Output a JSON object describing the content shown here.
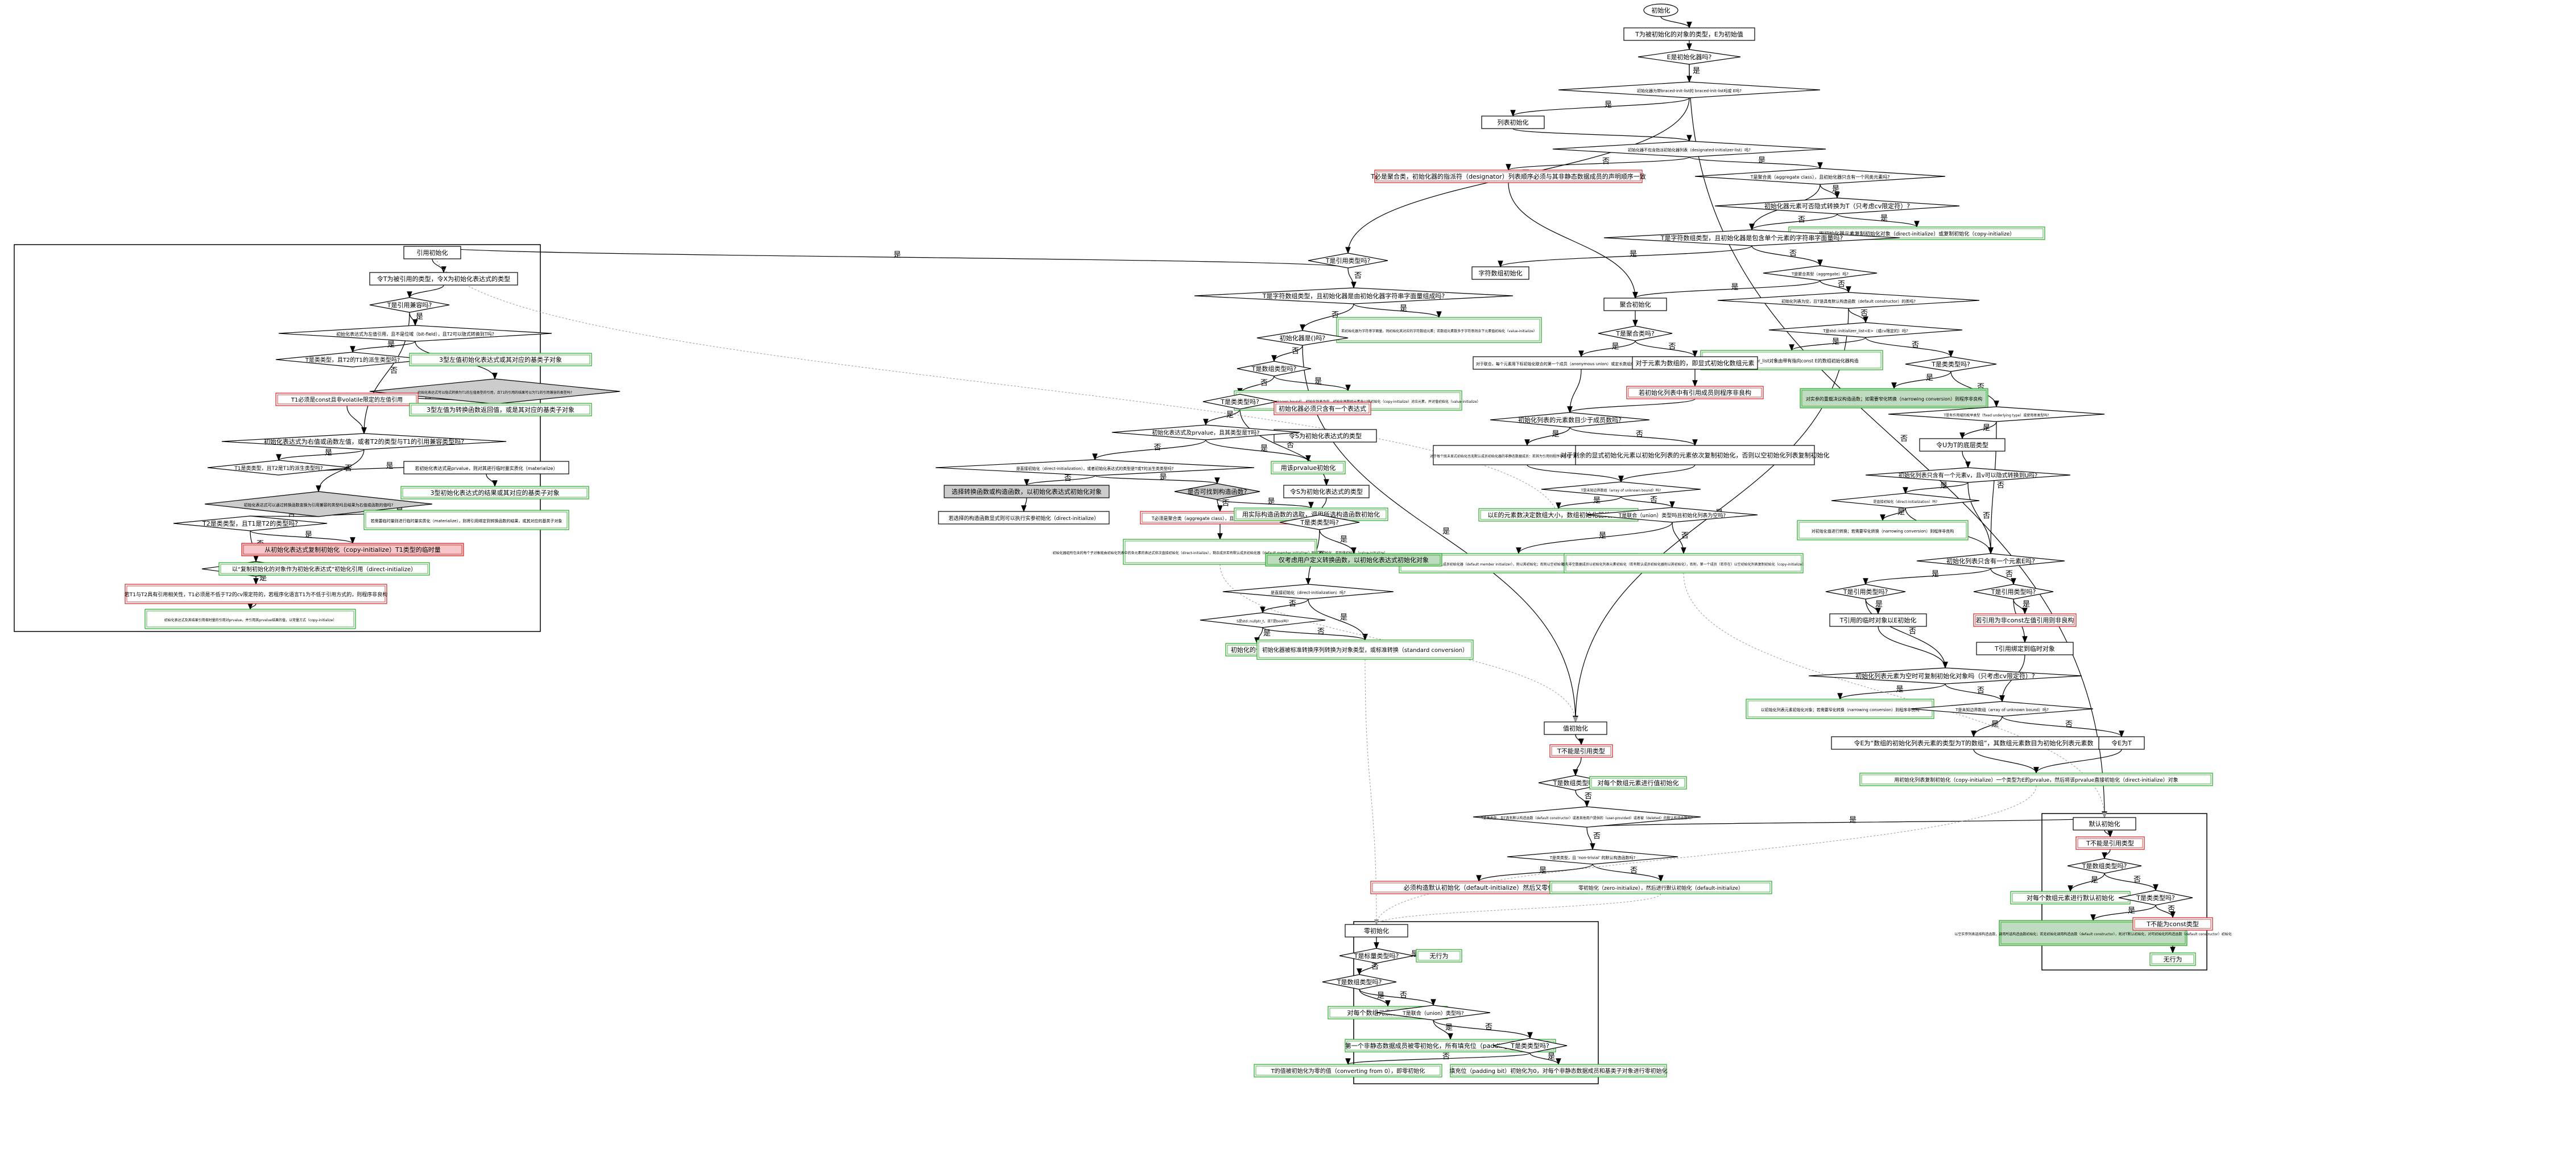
{
  "colors": {
    "default_border": "#000000",
    "green_border": "#22aa22",
    "red_border": "#cc2222",
    "gray_fill": "#cccccc",
    "green_fill": "#c0dcc0",
    "pink_fill": "#f7c6c8",
    "edge": "#000000",
    "dotted_edge": "#999999"
  },
  "nodes": [
    {
      "id": "start",
      "text": "初始化"
    },
    {
      "id": "n1",
      "text": "T为被初始化的对象的类型，E为初始值"
    },
    {
      "id": "d1",
      "text": "E是初始化器吗?"
    },
    {
      "id": "d2",
      "text": "初始化器为带braced-init-list的 braced-init-list吗或 E吗?"
    },
    {
      "id": "rect1",
      "text": "列表初始化"
    },
    {
      "id": "d3",
      "text": "初始化器不包含指派初始化器列表（designated-initializer-list）吗?"
    },
    {
      "id": "r_designator",
      "text": "T必是聚合类，初始化器的指派符（designator）列表顺序必须与其非静态数据成员的声明顺序一致"
    },
    {
      "id": "d4",
      "text": "T是聚合类（aggregate class），且初始化器只含有一个同类元素吗?"
    },
    {
      "id": "d5",
      "text": "初始化器元素可否隐式转换为T（只考虑cv限定符）?"
    },
    {
      "id": "g_copyinit",
      "text": "用初始化器元素复制初始化对象（direct-initialize）或复制初始化（copy-initialize）"
    },
    {
      "id": "d6",
      "text": "T是字符数组类型，且初始化器是包含单个元素的字符串字面量吗?"
    },
    {
      "id": "strinit",
      "text": "字符数组初始化"
    },
    {
      "id": "d7",
      "text": "T是聚合类型（aggregate）吗?"
    },
    {
      "id": "d8",
      "text": "初始化列表为空，且T是具有默认构造函数（default constructor）的类吗?"
    },
    {
      "id": "d9",
      "text": "T是std::initializer_list<E>（或cv限定的）吗?"
    },
    {
      "id": "g_initlist",
      "text": "该std::initializer_list对象由带有指向const E的数组初始化器构造"
    },
    {
      "id": "d10",
      "text": "T是类类型吗?"
    },
    {
      "id": "g_narrow1",
      "text": "对实参的重载决议构造函数；如需要窄化转换（narrowing conversion）则程序非良构"
    },
    {
      "id": "d11",
      "text": "T是有作用域的枚举类型（fixed underlying type）或使用者类型吗?"
    },
    {
      "id": "n_u",
      "text": "令U为T的底层类型"
    },
    {
      "id": "d12",
      "text": "初始化列表只含有一个元素v，且v可以隐式转换到U吗?"
    },
    {
      "id": "d13",
      "text": "是直接初始化（direct-initialization）吗?"
    },
    {
      "id": "g_narrow2",
      "text": "对初始化值进行转换；若需要窄化转换（narrowing conversion）则程序非良构"
    },
    {
      "id": "d14",
      "text": "初始化列表只含有一个元素E吗?"
    },
    {
      "id": "d15",
      "text": "T是引用类型吗?"
    },
    {
      "id": "d16",
      "text": "T是引用类型吗?"
    },
    {
      "id": "r_ref_nonconst",
      "text": "若引用为非const左值引用则非良构"
    },
    {
      "id": "n_tempobj",
      "text": "T引用的临时对象以E初始化"
    },
    {
      "id": "n_tempbind",
      "text": "T引用绑定到临时对象"
    },
    {
      "id": "d17",
      "text": "初始化列表元素为空时可复制初始化对象吗（只考虑cv限定符）?"
    },
    {
      "id": "g_narrow3",
      "text": "以初始化列表元素初始化对象；若需要窄化转换（narrowing conversion）则程序非良构"
    },
    {
      "id": "d18",
      "text": "T是未知边界数组（array of unknown bound）吗?"
    },
    {
      "id": "n_arr",
      "text": "令E为“数组的初始化列表元素的类型为T的数组”，其数组元素数目为初始化列表元素数"
    },
    {
      "id": "n_arr2",
      "text": "令E为T"
    },
    {
      "id": "g_final",
      "text": "用初始化列表复制初始化（copy-initialize）一个类型为E的prvalue，然后将该prvalue直接初始化（direct-initialize）对象"
    },
    {
      "id": "aggr",
      "text": "聚合初始化"
    },
    {
      "id": "d_a1",
      "text": "T是聚合类吗?"
    },
    {
      "id": "a_union",
      "text": "对于联合，每个元素用下标初始化联合的第一个成员（anonymous union）或定长数组依次初始化对应的每个数组元素"
    },
    {
      "id": "a_array",
      "text": "对于元素为数组的，即显式初始化数组元素"
    },
    {
      "id": "r_ref_init",
      "text": "若初始化列表中有引用成员则程序非良构"
    },
    {
      "id": "d_a2",
      "text": "初始化列表的元素数目少于成员数吗?"
    },
    {
      "id": "a_default_member",
      "text": "对于每个既未显式初始化也无默认成员初始化器的非静态数据成员：若其为引用则程序非良构；否则以空初始化器列表复制初始化"
    },
    {
      "id": "a_remaining",
      "text": "对于剩余的显式初始化元素以初始化列表的元素依次复制初始化，否则以空初始化列表复制初始化"
    },
    {
      "id": "d_a3",
      "text": "T是未知边界数组（array of unknown bound）吗?"
    },
    {
      "id": "a_size",
      "text": "以E的元素数决定数组大小，数组初始化器的元素数"
    },
    {
      "id": "d_a4",
      "text": "T是联合（union）类型吗且初始化列表为空吗?"
    },
    {
      "id": "g_default_member",
      "text": "若成员拥有默认成员初始化器（default member initializer），则以其初始化；否则以空初始化列表复制初始化（copy-initialize）"
    },
    {
      "id": "g_first_member",
      "text": "首先非空数据成员以初始化列表元素初始化（若有默认成员初始化器则以其初始化），否则，第一个成员（若存在）以空初始化列表复制初始化（copy-initialize）"
    },
    {
      "id": "d_init_present",
      "text": "T是引用类型吗?"
    },
    {
      "id": "d_ex1",
      "text": "T是字符数组类型，且初始化器是由初始化器字符串字面量组成吗?"
    },
    {
      "id": "g_strlit",
      "text": "若初始化器为字符串字面量，则初始化其对应的字符数组元素；若数组元素数多于字符串则余下元素值初始化（value-initialize）"
    },
    {
      "id": "d_ex2",
      "text": "初始化器是()吗?"
    },
    {
      "id": "d_ex3",
      "text": "T是数组类型吗?"
    },
    {
      "id": "d_ex4",
      "text": "T是类类型吗?"
    },
    {
      "id": "g_ex_arr",
      "text": "数组T必须为未知边界数组（array of unknown bound），初始化列表为空，初始化器数组元素各以值初始化（copy-initialize）对应元素，并对值初始化（value-initialize）"
    },
    {
      "id": "r_ex_nonempty",
      "text": "初始化器必须只含有一个表达式"
    },
    {
      "id": "n_ex_src",
      "text": "令S为初始化表达式的类型"
    },
    {
      "id": "d_ex5",
      "text": "初始化表达式及prvalue，且其类型是T吗?"
    },
    {
      "id": "d_ex6",
      "text": "是直接初始化（direct-initialization），或者初始化表达式的类型是T或T的派生类类型吗?"
    },
    {
      "id": "g_elide",
      "text": "用该prvalue初始化"
    },
    {
      "id": "s_conv_func",
      "text": "选择转换函数或构造函数，以初始化表达式初始化对象"
    },
    {
      "id": "n_err_exp",
      "text": "若选择的构造函数显式则可以执行实参初始化（direct-initialize）"
    },
    {
      "id": "d_ex7",
      "text": "是否可找到构造函数?"
    },
    {
      "id": "r_aggregate_paren",
      "text": "T必须是聚合类（aggregate class），且必须能由初始化列表初始化"
    },
    {
      "id": "g_paren_aggr",
      "text": "初始化器组所包含的每个子对象能由初始化列表中的各元素的表达式依次直接初始化（direct-initialize），剩余成员若有默认成员初始化器（default member initializer）则以其初始化，否则值初始化（value-initialize）"
    },
    {
      "id": "g_select",
      "text": "用实际构造函数的选取，调用所选构造函数初始化"
    },
    {
      "id": "n_ex_s",
      "text": "令S为初始化表达式的类型"
    },
    {
      "id": "d_ex8",
      "text": "T是类类型吗?"
    },
    {
      "id": "d_ex9",
      "text": "是直接初始化（direct-initialization）吗?"
    },
    {
      "id": "gray_user",
      "text": "仅考虑用户定义转换函数，以初始化表达式初始化对象"
    },
    {
      "id": "d_ex10",
      "text": "S是std::nullptr_t，且T是bool吗?"
    },
    {
      "id": "g_false",
      "text": "初始化的值为false"
    },
    {
      "id": "g_std_conv",
      "text": "初始化器被标准转换序列转换为对象类型，或标准转换（standard conversion）"
    },
    {
      "id": "refinit",
      "text": "引用初始化"
    },
    {
      "id": "n_ref1",
      "text": "令T为被引用的类型，令X为初始化表达式的类型"
    },
    {
      "id": "d_r1",
      "text": "T是引用兼容吗?"
    },
    {
      "id": "d_r2",
      "text": "初始化表达式为左值引用，且不是位域（bit-field），且T2可以隐式转换到T吗?"
    },
    {
      "id": "d_r3",
      "text": "T是类类型，且T2的T1的派生类型吗?"
    },
    {
      "id": "g_bind_lvalue",
      "text": "3型左值初始化表达式或其对应的基类子对象"
    },
    {
      "id": "gray_user2",
      "text": "初始化表达式可以隐式转换为T1的左值类型的引用，且T1的引用的结果可以为T1的引用兼容的类型吗?"
    },
    {
      "id": "r_const_lvalue",
      "text": "T1必须是const且非volatile限定的左值引用"
    },
    {
      "id": "g_bind_conv",
      "text": "3型左值为转换函数返回值，或是其对应的基类子对象"
    },
    {
      "id": "d_r4",
      "text": "初始化表达式为右值或函数左值，或者T2的类型与T1的引用兼容类型吗?"
    },
    {
      "id": "d_r5",
      "text": "T1是类类型，且T2是T1的派生类型吗?"
    },
    {
      "id": "n_material",
      "text": "若初始化表达式是prvalue，则对其进行临时量实质化（materialize）"
    },
    {
      "id": "g_bind_result",
      "text": "3型初始化表达式的结果或其对应的基类子对象"
    },
    {
      "id": "gray_user3",
      "text": "初始化表达式可以通过转换函数变换为引用兼容的类型吗且结果为右值或函数的值吗?"
    },
    {
      "id": "g_bind_conv_result",
      "text": "若需要临时量则进行临时量实质化（materialize），则将引用绑定到转换函数的结果，或其对应的基类子对象"
    },
    {
      "id": "d_r6",
      "text": "T2是类类型，且T1是T2的类型吗?"
    },
    {
      "id": "pink_copyinit",
      "text": "从初始化表达式复制初始化（copy-initialize）T1类型的临时量"
    },
    {
      "id": "d_r7",
      "text": "T1与T2相关吗?"
    },
    {
      "id": "r_temp",
      "text": "若T1与T2具有引用相关性，T1必须是不低于T2的cv限定符的，若程序化语言T1为不低于引用方式的，则程序非良构"
    },
    {
      "id": "g_temp_bind",
      "text": "以“复制初始化的对象作为初始化表达式”初始化引用（direct-initialize）"
    },
    {
      "id": "g_bind_final",
      "text": "初始化表达式及其结果引用临时量的引用对prvalue，并引用其prvalue结果的值，以常量方式（copy-initialize）"
    },
    {
      "id": "valinit",
      "text": "值初始化"
    },
    {
      "id": "r_not_ref",
      "text": "T不能是引用类型"
    },
    {
      "id": "d_v1",
      "text": "T是数组类型吗?"
    },
    {
      "id": "g_v_arr",
      "text": "对每个数组元素进行值初始化"
    },
    {
      "id": "d_v2",
      "text": "T是类类型，且T具有默认构造函数（default constructor）或者其他用户提供的（user-provided）或者被（deleted）的默认构造函数吗?"
    },
    {
      "id": "d_v3",
      "text": "T是类类型，且 ‘non-trivial’ 的默认构造函数吗?"
    },
    {
      "id": "r_default",
      "text": "必须构造默认初始化（default-initialize）然后又零值"
    },
    {
      "id": "g_zero_default",
      "text": "零初始化（zero-initialize），然后进行默认初始化（default-initialize）"
    },
    {
      "id": "zeroinit",
      "text": "零初始化"
    },
    {
      "id": "d_z1",
      "text": "T是标量类型吗?"
    },
    {
      "id": "g_z_nothing",
      "text": "无行为"
    },
    {
      "id": "d_z2",
      "text": "T是数组类型吗?"
    },
    {
      "id": "g_z_arr",
      "text": "对每个数组元素进行零初始化"
    },
    {
      "id": "d_z3",
      "text": "T是联合（union）类型吗?"
    },
    {
      "id": "g_z_union",
      "text": "第一个非静态数据成员被零初始化，所有填充位（padding bit）初始化为零"
    },
    {
      "id": "d_z4",
      "text": "T是类类型吗?"
    },
    {
      "id": "g_z_scalar",
      "text": "T的值被初始化为零的值（converting from 0），即零初始化"
    },
    {
      "id": "g_z_class",
      "text": "填充位（padding bit）初始化为0，对每个非静态数据成员和基类子对象进行零初始化"
    },
    {
      "id": "definit",
      "text": "默认初始化"
    },
    {
      "id": "r_d_ref",
      "text": "T不能是引用类型"
    },
    {
      "id": "d_d1",
      "text": "T是数组类型吗?"
    },
    {
      "id": "g_d_arr",
      "text": "对每个数组元素进行默认初始化"
    },
    {
      "id": "d_d2",
      "text": "T是类类型吗?"
    },
    {
      "id": "gray_d_ctor",
      "text": "以空实参列表选择构造函数，调用所选构造函数初始化；若无初始化调用构造函数（default constructor），则对T默认初始化，对可初始化的构造函数（default constructor）初始化"
    },
    {
      "id": "r_d_const",
      "text": "T不能为const类型"
    },
    {
      "id": "g_d_nothing",
      "text": "无行为"
    }
  ],
  "edge_labels": {
    "yes": "是",
    "no": "否"
  }
}
